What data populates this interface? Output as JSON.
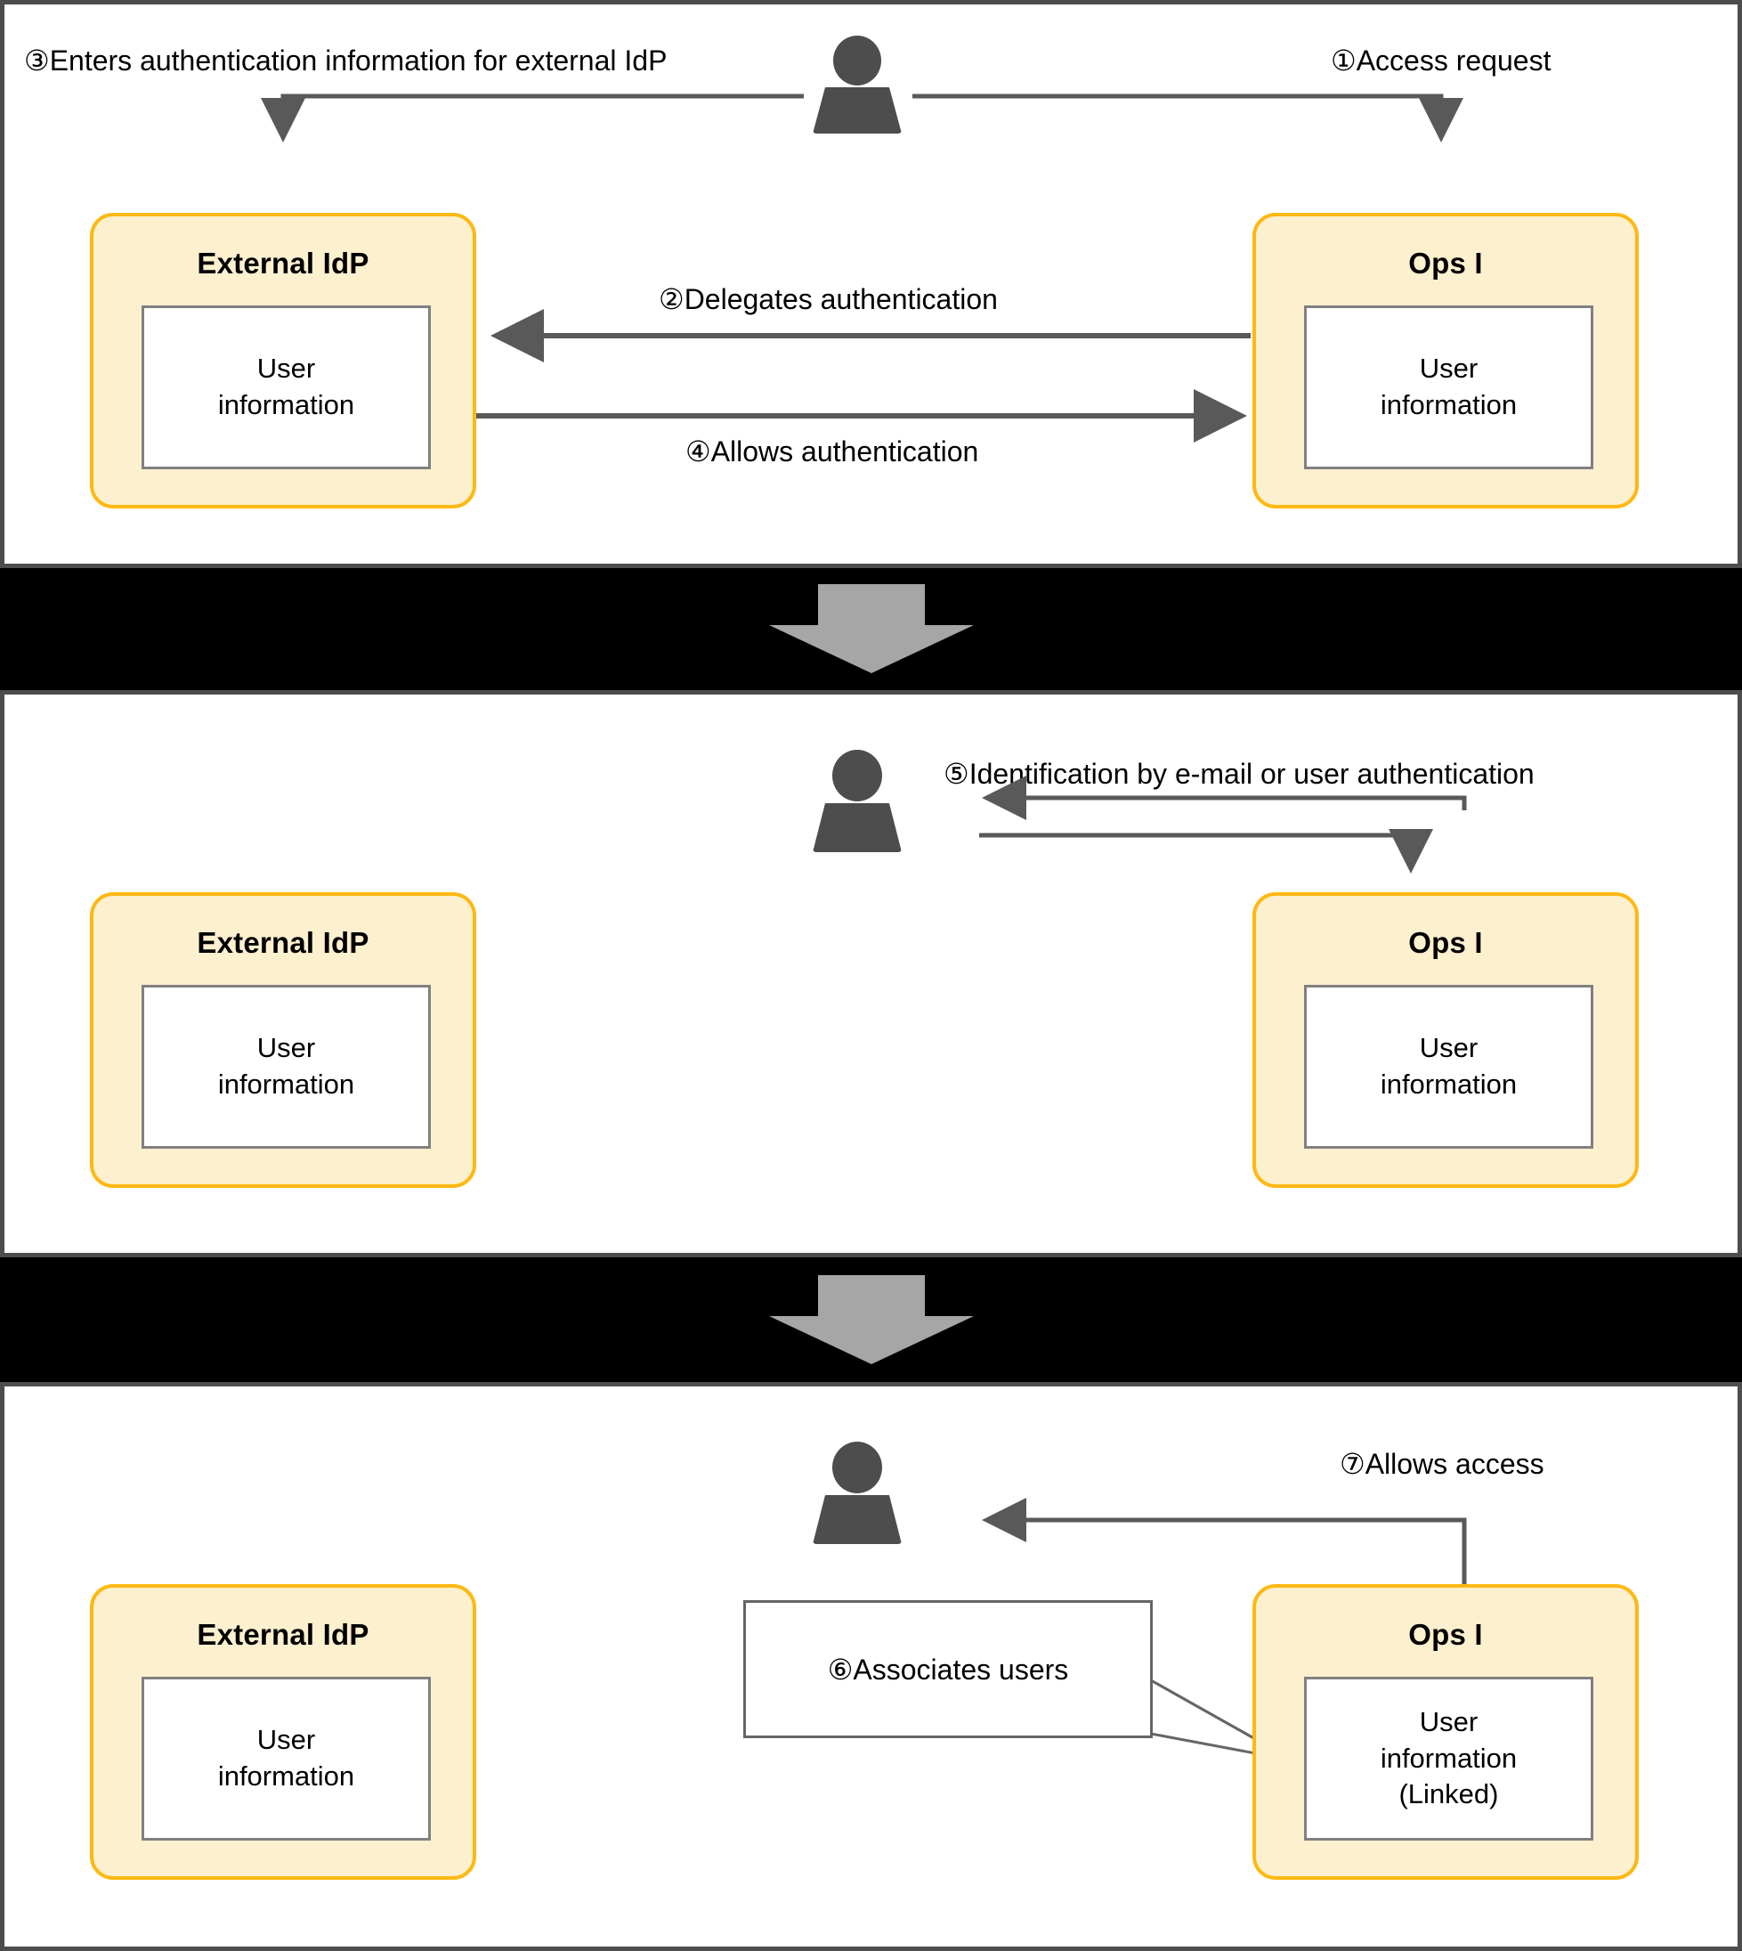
{
  "diagram": {
    "title": "External IdP federation and user linking flow",
    "colors": {
      "service_fill": "#fdf0cf",
      "service_border": "#fdb913",
      "panel_border": "#4d4d4d",
      "band_background": "#000000",
      "band_arrow": "#a6a6a6",
      "connector": "#595959",
      "person": "#4d4d4d",
      "info_border": "#808080"
    },
    "panels": [
      {
        "id": "panel-1",
        "actor": {
          "name": "user-figure",
          "icon": "person-icon"
        },
        "nodes": [
          {
            "name": "external-idp",
            "title": "External IdP",
            "info": "User\ninformation",
            "info_line_1": "User",
            "info_line_2": "information",
            "info_line_3": ""
          },
          {
            "name": "ops-i",
            "title": "Ops I",
            "info_line_1": "User",
            "info_line_2": "information",
            "info_line_3": ""
          }
        ],
        "labels": [
          {
            "name": "step-3-label",
            "text": "③Enters authentication information for external IdP"
          },
          {
            "name": "step-1-label",
            "text": "①Access request"
          },
          {
            "name": "step-2-label",
            "text": "②Delegates authentication"
          },
          {
            "name": "step-4-label",
            "text": "④Allows authentication"
          }
        ]
      },
      {
        "id": "panel-2",
        "actor": {
          "name": "user-figure",
          "icon": "person-icon"
        },
        "nodes": [
          {
            "name": "external-idp",
            "title": "External IdP",
            "info_line_1": "User",
            "info_line_2": "information",
            "info_line_3": ""
          },
          {
            "name": "ops-i",
            "title": "Ops I",
            "info_line_1": "User",
            "info_line_2": "information",
            "info_line_3": ""
          }
        ],
        "labels": [
          {
            "name": "step-5-label",
            "text": "⑤Identification by e-mail or user authentication"
          }
        ]
      },
      {
        "id": "panel-3",
        "actor": {
          "name": "user-figure",
          "icon": "person-icon"
        },
        "nodes": [
          {
            "name": "external-idp",
            "title": "External IdP",
            "info_line_1": "User",
            "info_line_2": "information",
            "info_line_3": ""
          },
          {
            "name": "ops-i",
            "title": "Ops I",
            "info_line_1": "User",
            "info_line_2": "information",
            "info_line_3": "(Linked)"
          }
        ],
        "labels": [
          {
            "name": "step-7-label",
            "text": "⑦Allows access"
          },
          {
            "name": "step-6-callout",
            "text": "⑥Associates users"
          }
        ]
      }
    ],
    "steps": [
      {
        "number": "①",
        "text": "Access request",
        "from": "user",
        "to": "ops-i",
        "panel": 1
      },
      {
        "number": "②",
        "text": "Delegates authentication",
        "from": "ops-i",
        "to": "external-idp",
        "panel": 1
      },
      {
        "number": "③",
        "text": "Enters authentication information for external IdP",
        "from": "user",
        "to": "external-idp",
        "panel": 1
      },
      {
        "number": "④",
        "text": "Allows authentication",
        "from": "external-idp",
        "to": "ops-i",
        "panel": 1
      },
      {
        "number": "⑤",
        "text": "Identification by e-mail or user authentication",
        "from": "ops-i",
        "to": "user",
        "panel": 2
      },
      {
        "number": "⑥",
        "text": "Associates users",
        "from": "callout",
        "to": "ops-i-user-information",
        "panel": 3
      },
      {
        "number": "⑦",
        "text": "Allows access",
        "from": "ops-i",
        "to": "user",
        "panel": 3
      }
    ]
  }
}
